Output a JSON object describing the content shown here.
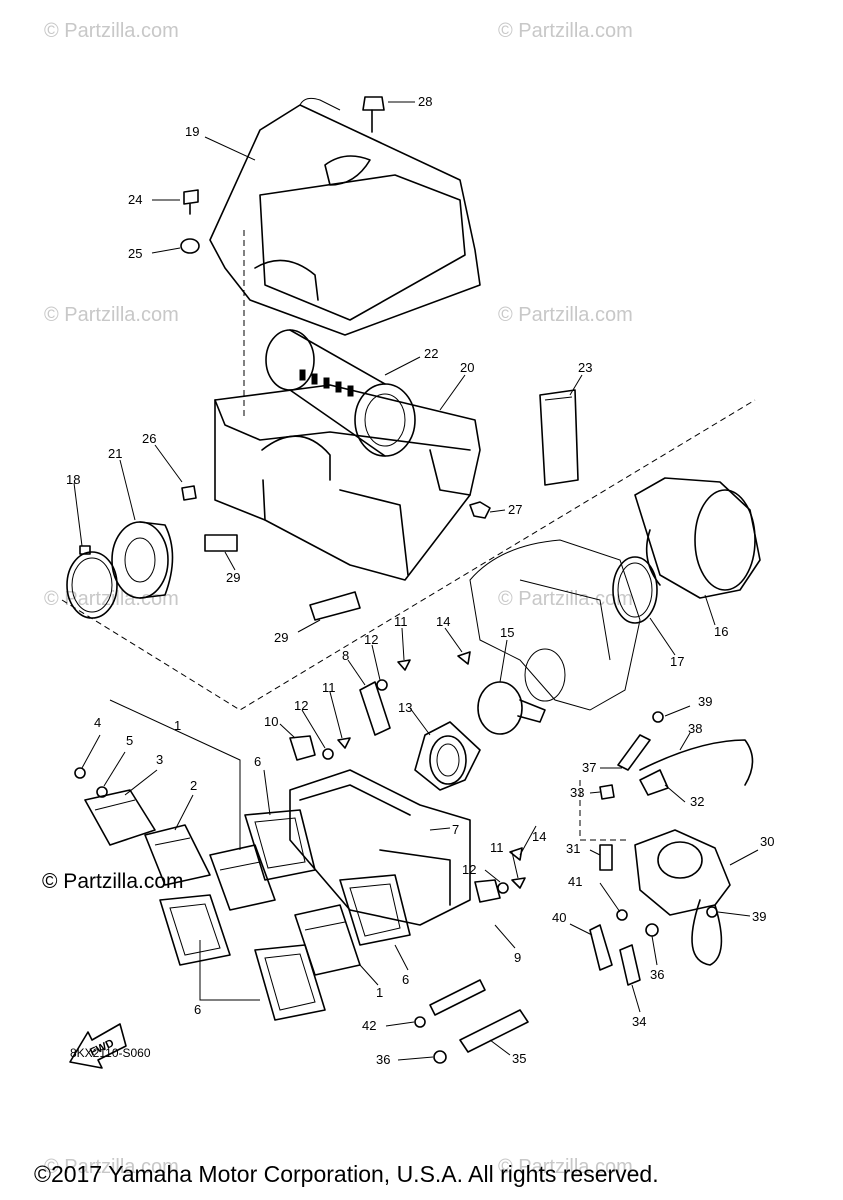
{
  "watermarks": {
    "text": "© Partzilla.com",
    "main": "© Partzilla.com"
  },
  "diagram": {
    "code": "8KX2110-S060",
    "fwd_label": "FWD",
    "callouts": [
      "1",
      "2",
      "3",
      "4",
      "5",
      "6",
      "7",
      "8",
      "9",
      "10",
      "11",
      "12",
      "13",
      "14",
      "15",
      "16",
      "17",
      "18",
      "19",
      "20",
      "21",
      "22",
      "23",
      "24",
      "25",
      "26",
      "27",
      "28",
      "29",
      "30",
      "31",
      "32",
      "33",
      "34",
      "35",
      "36",
      "37",
      "38",
      "39",
      "40",
      "41",
      "42"
    ]
  },
  "footer": {
    "copyright": "©2017 Yamaha Motor Corporation, U.S.A. All rights reserved."
  }
}
